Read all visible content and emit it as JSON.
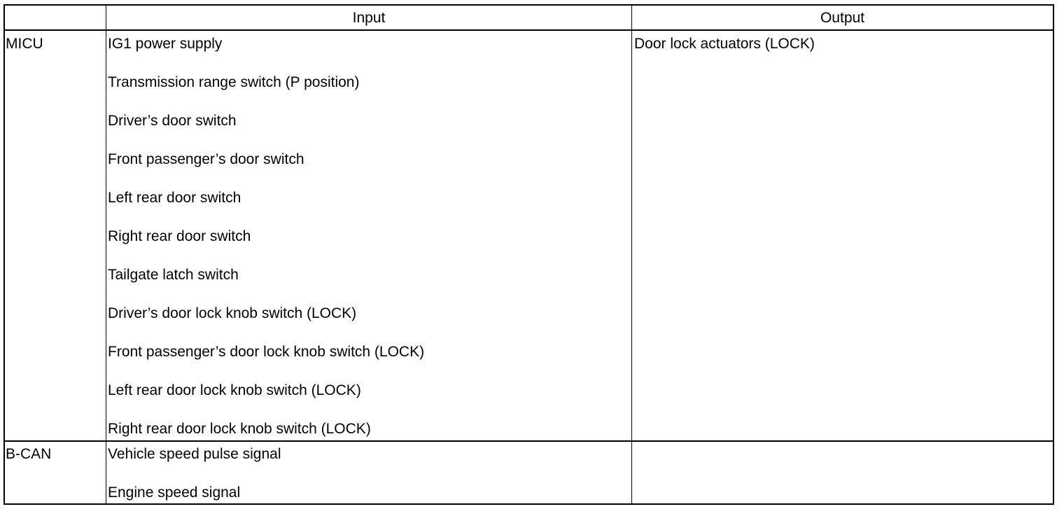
{
  "table": {
    "headers": {
      "corner": "",
      "input": "Input",
      "output": "Output"
    },
    "rows": [
      {
        "source": "MICU",
        "inputs": [
          "IG1 power supply",
          "Transmission range switch (P position)",
          "Driver’s door switch",
          "Front passenger’s door switch",
          "Left rear door switch",
          "Right rear door switch",
          "Tailgate latch switch",
          "Driver’s door lock knob switch (LOCK)",
          "Front passenger’s door lock knob switch (LOCK)",
          "Left rear door lock knob switch (LOCK)",
          "Right rear door lock knob switch (LOCK)"
        ],
        "output": "Door lock actuators (LOCK)"
      },
      {
        "source": "B-CAN",
        "inputs": [
          "Vehicle speed pulse signal",
          "Engine speed signal"
        ],
        "output": ""
      }
    ]
  }
}
